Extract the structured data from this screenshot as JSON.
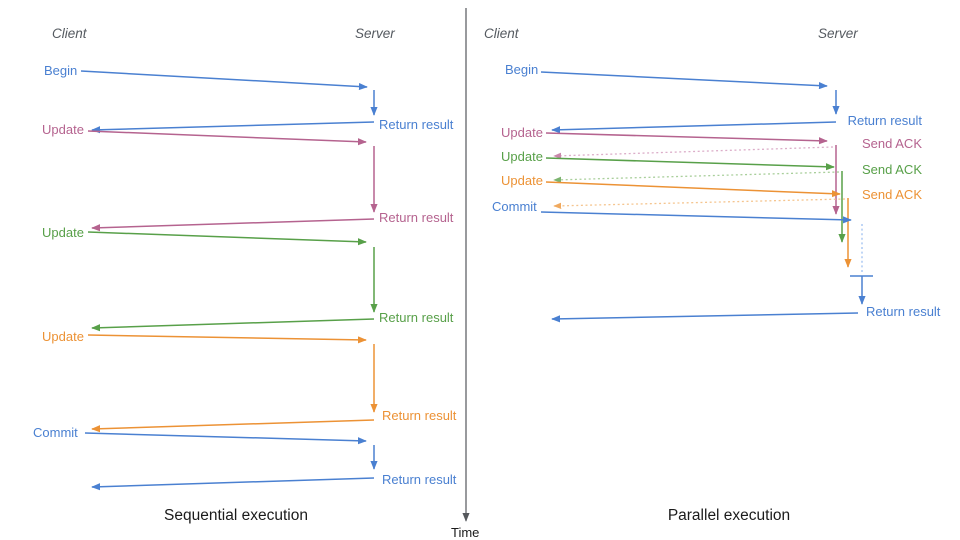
{
  "diagram": {
    "time_axis_label": "Time",
    "sequential": {
      "client_header": "Client",
      "server_header": "Server",
      "caption": "Sequential execution",
      "messages": [
        {
          "request": "Begin",
          "response": "Return result",
          "color": "#4a80d1"
        },
        {
          "request": "Update",
          "response": "Return result",
          "color": "#b5638f"
        },
        {
          "request": "Update",
          "response": "Return result",
          "color": "#58a049"
        },
        {
          "request": "Update",
          "response": "Return result",
          "color": "#ec9235"
        },
        {
          "request": "Commit",
          "response": "Return result",
          "color": "#4a80d1"
        }
      ]
    },
    "parallel": {
      "client_header": "Client",
      "server_header": "Server",
      "caption": "Parallel execution",
      "messages": [
        {
          "request": "Begin",
          "response": "Return result",
          "color": "#4a80d1",
          "reply_style": "solid"
        },
        {
          "request": "Update",
          "response": "Send ACK",
          "color": "#b5638f",
          "reply_style": "dotted"
        },
        {
          "request": "Update",
          "response": "Send ACK",
          "color": "#58a049",
          "reply_style": "dotted"
        },
        {
          "request": "Update",
          "response": "Send ACK",
          "color": "#ec9235",
          "reply_style": "dotted"
        },
        {
          "request": "Commit",
          "response": "Return result",
          "color": "#4a80d1",
          "reply_style": "solid"
        }
      ]
    },
    "colors": {
      "blue": "#4a80d1",
      "pink": "#b5638f",
      "green": "#58a049",
      "orange": "#ec9235",
      "blue_light": "#9fc0f0",
      "pink_light": "#dcaec9",
      "green_light": "#a9cf9b",
      "orange_light": "#f5c58f",
      "axis_gray": "#55585c",
      "header_gray": "#555a60"
    }
  }
}
